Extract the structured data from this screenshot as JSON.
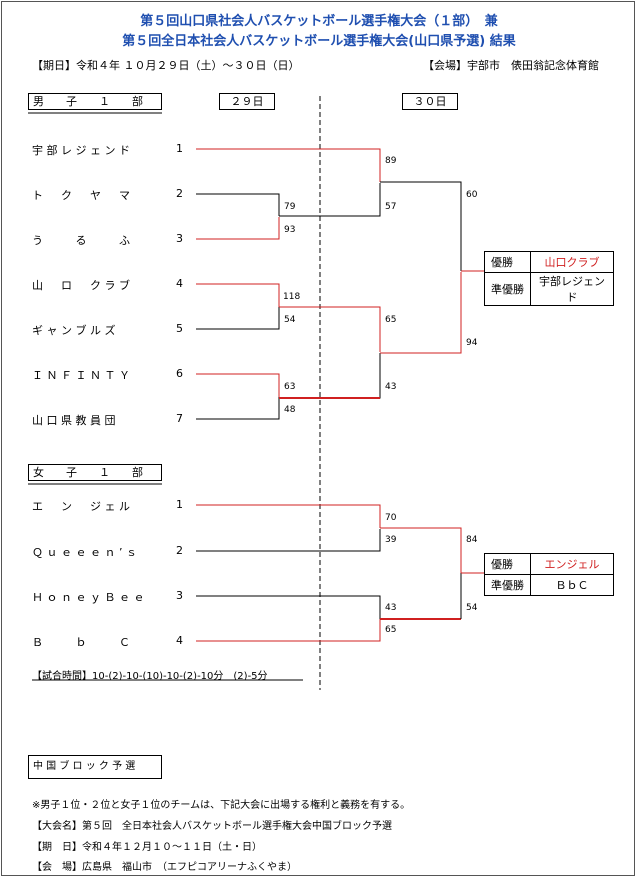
{
  "title": {
    "line1": "第５回山口県社会人バスケットボール選手権大会（１部）　兼",
    "line2": "第５回全日本社会人バスケットボール選手権大会(山口県予選) 結果"
  },
  "period": "【期日】令和４年 １０月２９日（土）～３０日（日）",
  "venue": "【会場】宇部市　俵田翁記念体育館",
  "day1": "２９日",
  "day2": "３０日",
  "men": {
    "header": "男　　子　　１　　部",
    "teams": [
      {
        "name": "宇 部 レ ジ ェ ン ド",
        "seed": "1"
      },
      {
        "name": "ト 　 ク 　 ヤ 　 マ",
        "seed": "2"
      },
      {
        "name": "う 　 　 る 　 　 ふ",
        "seed": "3"
      },
      {
        "name": "山 　 ロ 　 ク ラ ブ",
        "seed": "4"
      },
      {
        "name": "ギ ャ ン ブ ル ズ",
        "seed": "5"
      },
      {
        "name": "Ｉ Ｎ Ｆ Ｉ Ｎ Ｔ Ｙ",
        "seed": "6"
      },
      {
        "name": "山 口 県 教 員 団",
        "seed": "7"
      }
    ],
    "scores": [
      "79",
      "93",
      "118",
      "54",
      "63",
      "48",
      "89",
      "57",
      "65",
      "43",
      "60",
      "94"
    ],
    "champion_label": "優勝",
    "champion": "山口クラブ",
    "runnerup_label": "準優勝",
    "runnerup": "宇部レジェンド"
  },
  "women": {
    "header": "女　　子　　１　　部",
    "teams": [
      {
        "name": "エ 　 ン 　 ジ ェ ル",
        "seed": "1"
      },
      {
        "name": "Ｑ ｕ ｅ ｅ ｅ ｎ ’ ｓ",
        "seed": "2"
      },
      {
        "name": "Ｈ ｏ ｎ ｅ ｙ Ｂ ｅ ｅ",
        "seed": "3"
      },
      {
        "name": "Ｂ 　 　 ｂ 　 　 Ｃ",
        "seed": "4"
      }
    ],
    "scores": [
      "70",
      "39",
      "43",
      "65",
      "84",
      "54"
    ],
    "champion_label": "優勝",
    "champion": "エンジェル",
    "runnerup_label": "準優勝",
    "runnerup": "ＢｂＣ"
  },
  "game_time": "【試合時間】10-(2)-10-(10)-10-(2)-10分　(2)-5分",
  "chugoku": {
    "box": "中 国 ブ ロ ッ ク 予 選",
    "note": "※男子１位・２位と女子１位のチームは、下記大会に出場する権利と義務を有する。",
    "name": "【大会名】第５回　全日本社会人バスケットボール選手権大会中国ブロック予選",
    "date": "【期　日】令和４年１２月１０～１１日（土・日）",
    "place": "【会　場】広島県　福山市　（エフピコアリーナふくやま）"
  },
  "colors": {
    "title": "#1f4fb0",
    "win": "#d02020"
  }
}
